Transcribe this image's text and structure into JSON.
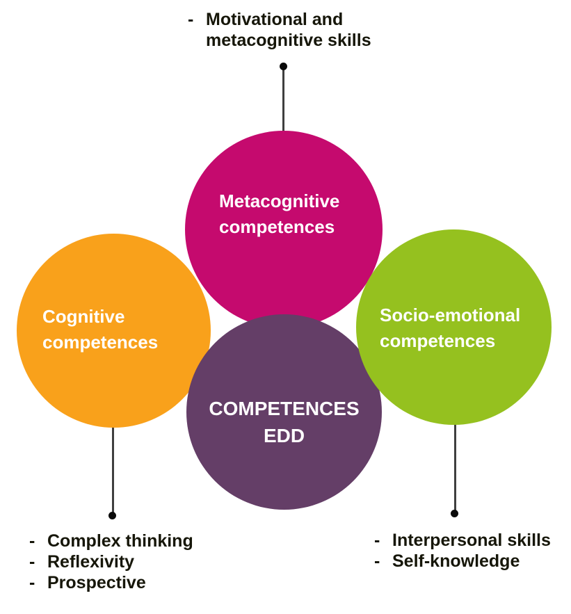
{
  "colors": {
    "magenta": "#C50A6E",
    "orange": "#F9A11B",
    "green": "#95C11F",
    "purple": "#643E67",
    "line": "#3F3F3F",
    "dot": "#0A0A0A",
    "text-dark": "#161609",
    "text-light": "#FFFFFF"
  },
  "circles": {
    "metacognitive": {
      "label_lines": [
        "Metacognitive",
        "competences"
      ],
      "color": "#C50A6E"
    },
    "cognitive": {
      "label_lines": [
        "Cognitive",
        "competences"
      ],
      "color": "#F9A11B"
    },
    "socio": {
      "label_lines": [
        "Socio-emotional",
        "competences"
      ],
      "color": "#95C11F"
    },
    "edd": {
      "label_lines": [
        "COMPETENCES",
        "EDD"
      ],
      "color": "#643E67"
    }
  },
  "annotations": {
    "top": {
      "marker": "-",
      "lines": [
        "Motivational and",
        "metacognitive skills"
      ]
    },
    "bottom_left": {
      "items": [
        {
          "marker": "-",
          "text": "Complex thinking"
        },
        {
          "marker": "-",
          "text": "Reflexivity"
        },
        {
          "marker": "-",
          "text": "Prospective"
        }
      ]
    },
    "bottom_right": {
      "items": [
        {
          "marker": "-",
          "text": "Interpersonal skills"
        },
        {
          "marker": "-",
          "text": "Self-knowledge"
        }
      ]
    }
  }
}
